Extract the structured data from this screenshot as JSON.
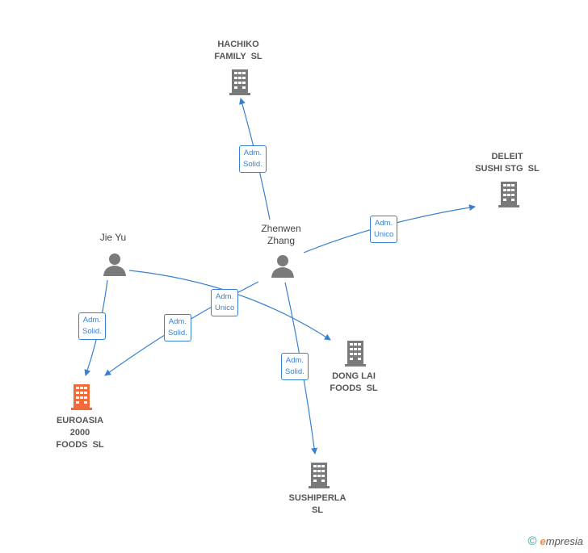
{
  "colors": {
    "edge": "#3a80d2",
    "company": "#7a7a7a",
    "main_company": "#f26a3a",
    "person": "#7a7a7a"
  },
  "nodes": {
    "hachiko": {
      "lines": [
        "HACHIKO",
        "FAMILY  SL"
      ],
      "icon": "building-icon"
    },
    "deleit": {
      "lines": [
        "DELEIT",
        "SUSHI STG  SL"
      ],
      "icon": "building-icon"
    },
    "zhenwen": {
      "lines": [
        "Zhenwen",
        "Zhang"
      ],
      "icon": "person-icon"
    },
    "jieyu": {
      "lines": [
        "Jie Yu"
      ],
      "icon": "person-icon"
    },
    "euroasia": {
      "lines": [
        "EUROASIA",
        "2000",
        "FOODS  SL"
      ],
      "icon": "building-icon"
    },
    "donglai": {
      "lines": [
        "DONG LAI",
        "FOODS  SL"
      ],
      "icon": "building-icon"
    },
    "sushiperla": {
      "lines": [
        "SUSHIPERLA",
        "SL"
      ],
      "icon": "building-icon"
    }
  },
  "edges": {
    "e1": [
      "Adm.",
      "Solid."
    ],
    "e2": [
      "Adm.",
      "Unico"
    ],
    "e3": [
      "Adm.",
      "Unico"
    ],
    "e4": [
      "Adm.",
      "Solid."
    ],
    "e5": [
      "Adm.",
      "Solid."
    ],
    "e6": [
      "Adm.",
      "Solid."
    ]
  },
  "footer": {
    "copyright": "©",
    "brand_initial": "e",
    "brand_rest": "mpresia"
  }
}
